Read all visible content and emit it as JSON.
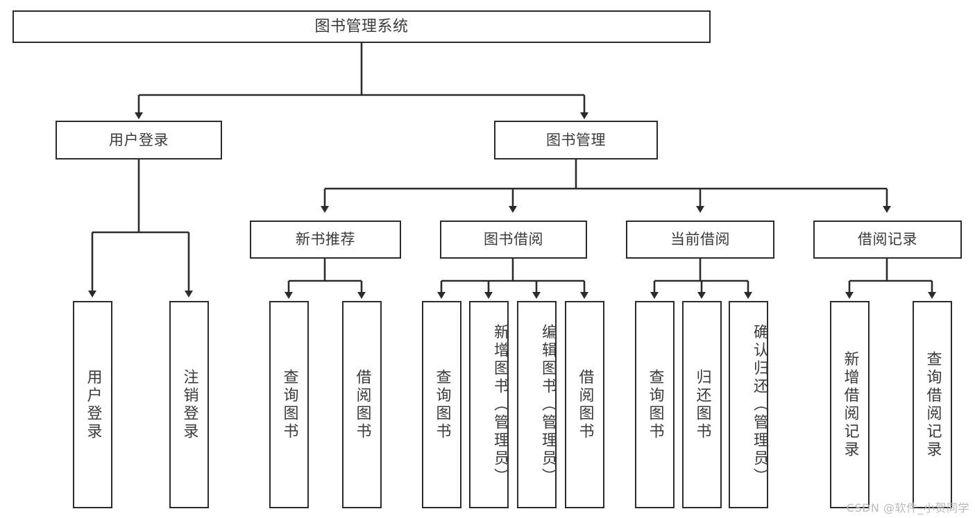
{
  "diagram": {
    "title": "图书管理系统",
    "root": {
      "label": "图书管理系统"
    },
    "level1": [
      {
        "label": "用户登录"
      },
      {
        "label": "图书管理"
      }
    ],
    "level2": [
      {
        "label": "新书推荐"
      },
      {
        "label": "图书借阅"
      },
      {
        "label": "当前借阅"
      },
      {
        "label": "借阅记录"
      }
    ],
    "leaves": {
      "user_login": [
        {
          "label": "用户登录"
        },
        {
          "label": "注销登录"
        }
      ],
      "new_book": [
        {
          "label": "查询图书"
        },
        {
          "label": "借阅图书"
        }
      ],
      "book_borrow": [
        {
          "label": "查询图书"
        },
        {
          "label": "新增图书（管理员）"
        },
        {
          "label": "编辑图书（管理员）"
        },
        {
          "label": "借阅图书"
        }
      ],
      "current_borrow": [
        {
          "label": "查询图书"
        },
        {
          "label": "归还图书"
        },
        {
          "label": "确认归还（管理员）"
        }
      ],
      "borrow_record": [
        {
          "label": "新增借阅记录"
        },
        {
          "label": "查询借阅记录"
        }
      ]
    }
  },
  "watermark": {
    "text": "CSDN @软件_小贺同学"
  },
  "colors": {
    "stroke": "#2b2b2b",
    "text": "#3a3a3a",
    "background": "#ffffff",
    "watermark": "#b9b9b9"
  }
}
